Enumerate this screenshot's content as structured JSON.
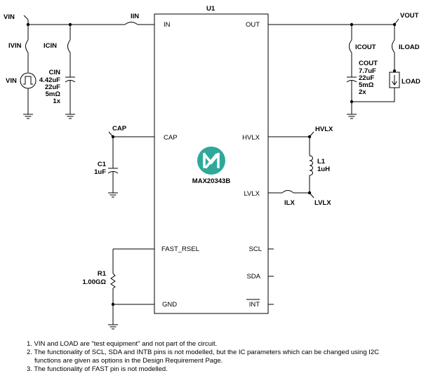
{
  "chip": {
    "ref": "U1",
    "part": "MAX20343B",
    "logo_color": "#2fa89c",
    "pins": {
      "in": "IN",
      "out": "OUT",
      "cap": "CAP",
      "hvlx": "HVLX",
      "lvlx": "LVLX",
      "fast_rsel": "FAST_RSEL",
      "scl": "SCL",
      "sda": "SDA",
      "gnd": "GND",
      "int": "INT"
    }
  },
  "nets": {
    "vin": "VIN",
    "vout": "VOUT",
    "cap": "CAP",
    "hvlx": "HVLX",
    "lvlx": "LVLX"
  },
  "probes": {
    "iin": "IIN",
    "ivin": "IVIN",
    "icin": "ICIN",
    "icout": "ICOUT",
    "iload": "ILOAD",
    "ilx": "ILX"
  },
  "components": {
    "vin_source": {
      "label": "VIN"
    },
    "cin": {
      "lines": [
        "CIN",
        "4.42uF",
        "22uF",
        "5mΩ",
        "1x"
      ]
    },
    "cout": {
      "lines": [
        "COUT",
        "7.7uF",
        "22uF",
        "5mΩ",
        "2x"
      ]
    },
    "load": {
      "label": "LOAD"
    },
    "c1": {
      "lines": [
        "C1",
        "1uF"
      ]
    },
    "l1": {
      "lines": [
        "L1",
        "1uH"
      ]
    },
    "r1": {
      "lines": [
        "R1",
        "1.00GΩ"
      ]
    }
  },
  "notes": [
    "1. VIN and LOAD are \"test equipment\" and not part of the circuit.",
    "2. The functionality of SCL, SDA and INTB pins is not modelled, but the IC parameters which can be changed using I2C",
    "functions are given as options in the Design Requirement Page.",
    "3. The functionality of FAST pin is not modelled."
  ]
}
